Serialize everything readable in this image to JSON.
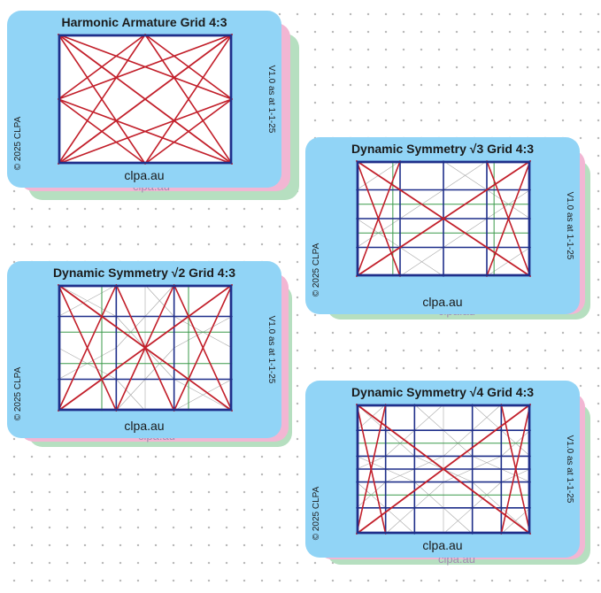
{
  "cards": [
    {
      "id": "harmonic-armature",
      "title": "Harmonic Armature Grid 4:3",
      "site": "clpa.au",
      "peek_text": "clpa.au",
      "copyright": "© 2025 CLPA",
      "version": "V1.0 as at 1-1-25",
      "background_color": "#91d4f6",
      "back_colors": [
        "#f2b6d3",
        "#b6dfc0"
      ],
      "grid_type": "harmonic-armature"
    },
    {
      "id": "dynamic-symmetry-root3",
      "title": "Dynamic Symmetry √3 Grid 4:3",
      "site": "clpa.au",
      "peek_text": "clpa.au",
      "copyright": "© 2025 CLPA",
      "version": "V1.0 as at 1-1-25",
      "background_color": "#91d4f6",
      "back_colors": [
        "#f2b6d3",
        "#b6dfc0"
      ],
      "grid_type": "root-3"
    },
    {
      "id": "dynamic-symmetry-root2",
      "title": "Dynamic Symmetry √2 Grid 4:3",
      "site": "clpa.au",
      "peek_text": "clpa.au",
      "copyright": "© 2025 CLPA",
      "version": "V1.0 as at 1-1-25",
      "background_color": "#91d4f6",
      "back_colors": [
        "#f2b6d3",
        "#b6dfc0"
      ],
      "grid_type": "root-2"
    },
    {
      "id": "dynamic-symmetry-root4",
      "title": "Dynamic Symmetry √4 Grid 4:3",
      "site": "clpa.au",
      "peek_text": "clpa.au",
      "copyright": "© 2025 CLPA",
      "version": "V1.0 as at 1-1-25",
      "background_color": "#91d4f6",
      "back_colors": [
        "#f2b6d3",
        "#b6dfc0"
      ],
      "grid_type": "root-4"
    }
  ],
  "colors": {
    "frame": "#1f2f8a",
    "diagonal": "#c21f2a",
    "grid_green": "#3a9a4a",
    "fine_line": "#a8a8a8",
    "card_inner": "#ffffff"
  }
}
